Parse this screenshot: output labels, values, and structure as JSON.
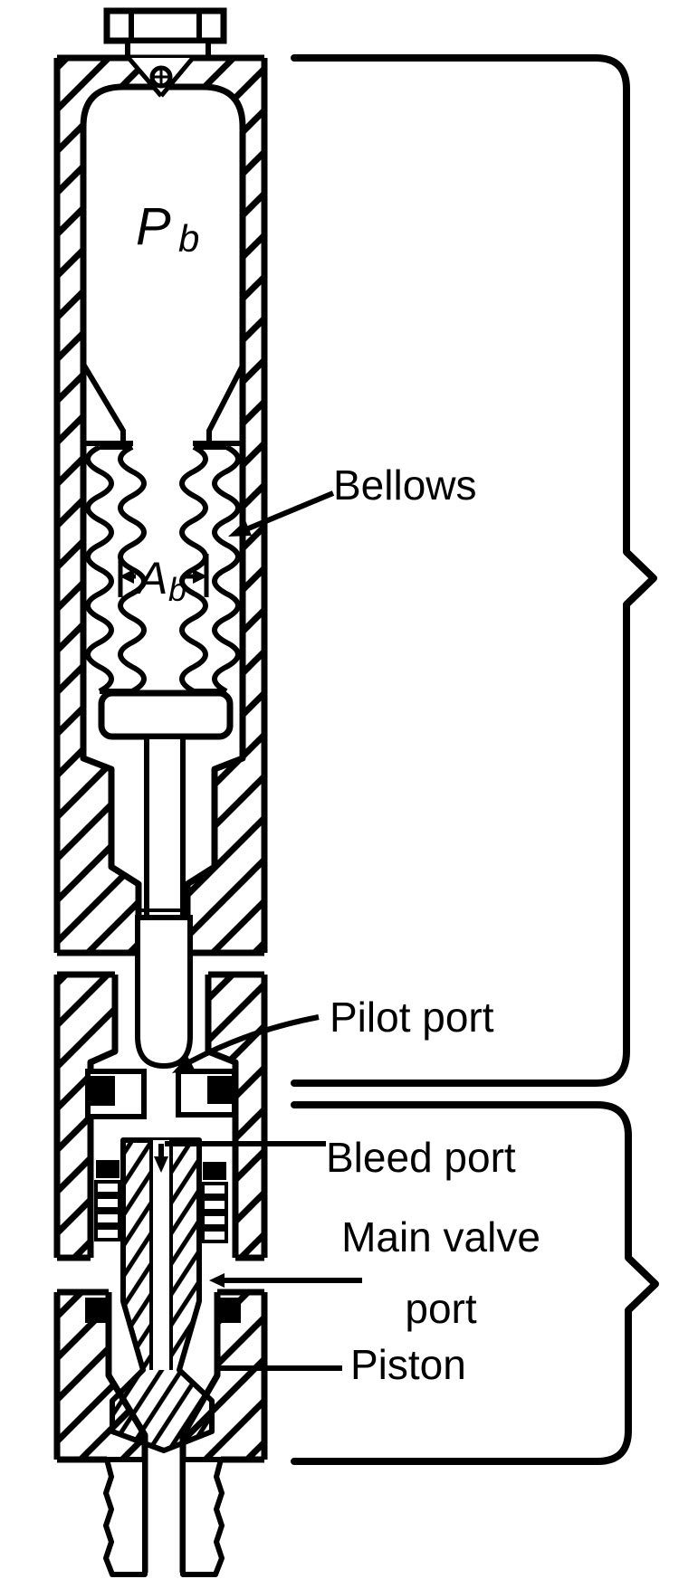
{
  "figure": {
    "type": "valve-cross-section-diagram",
    "background": "#ffffff",
    "ink": "#000000",
    "labels": {
      "dome_pressure_main": "P",
      "dome_pressure_sub": "b",
      "bellows": "Bellows",
      "bellows_area_main": "A",
      "bellows_area_sub": "b",
      "pilot_port": "Pilot port",
      "bleed_port": "Bleed port",
      "main_valve_port_line1": "Main valve",
      "main_valve_port_line2": "port",
      "piston": "Piston"
    }
  }
}
